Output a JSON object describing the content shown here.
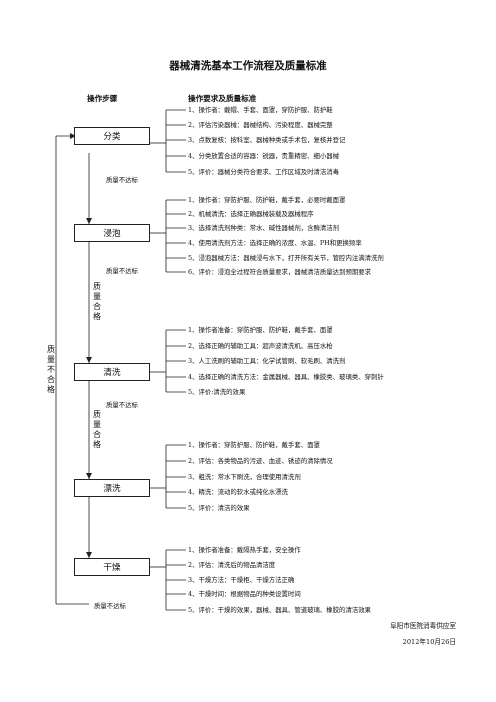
{
  "title": "器械清洗基本工作流程及质量标准",
  "headers": {
    "steps": "操作步骤",
    "requirements": "操作要求及质量标准"
  },
  "steps": [
    {
      "name": "分类",
      "fail": "质量不达标",
      "items": [
        "1、操作者：戴帽、手套、面罩，穿防护服、防护鞋",
        "2、评估污染器械：器械结构、污染程度、器械完整",
        "3、点数复核：按科室、器械种类或手术包，复核并登记",
        "4、分类放置合适的容器：锐器，贵重精密、细小器械",
        "5、评价：器械分类符合要求、工作区域及时清洁消毒"
      ]
    },
    {
      "name": "浸泡",
      "fail": "质量不达标",
      "items": [
        "1、操作者：穿防护服、防护鞋，戴手套，必要时戴面罩",
        "2、机械清洗：选择正确器械装载及器械程序",
        "3、选择清洗剂种类：常水、碱性器械剂，含酶清洁剂",
        "4、使用清洗剂方法：选择正确的浓度、水温、PH和更换频率",
        "5、浸泡器械方法：器械浸与水下，打开所有关节，管腔内注满清洗剂",
        "6、评价：浸泡全过程符合质量要求，器械清洁质量达到预期要求"
      ]
    },
    {
      "name": "清洗",
      "fail": "质量不达标",
      "items": [
        "1、操作者准备：穿防护服、防护鞋，戴手套、面罩",
        "2、选择正确的辅助工具：超声波清洗机、高压水枪",
        "3、人工洗刷的辅助工具：化学试管刷、软毛刷、清洗剂",
        "4、选择正确的清洗方法：金属器械、器具、橡胶类、玻璃类、穿刺针",
        "5、评价:清洗的效果"
      ]
    },
    {
      "name": "漂洗",
      "fail": "",
      "items": [
        "1、操作者：穿防护服、防护鞋，戴手套、面罩",
        "2、评估：各类物品的污迹、血迹、锈迹的清除情况",
        "3、粗洗：常水下刷洗，合理使用清洗剂",
        "4、精洗：流动的软水或纯化水漂洗",
        "5、评价：清洁的效果"
      ]
    },
    {
      "name": "干燥",
      "fail": "质量不达标",
      "items": [
        "1、操作者准备：戴隔热手套，安全操作",
        "2、评估：清洗后的物品清洁度",
        "3、干燥方法：干燥柜、干燥方法正确",
        "4、干燥时间：根据物品的种类设置时间",
        "5、评价：干燥的效果，器械、器具、管道玻璃、橡胶的清洁效果"
      ]
    }
  ],
  "side_labels": {
    "left": "质量不合格",
    "upper": "质量合格",
    "lower": "质量合格"
  },
  "footer": {
    "org": "阜阳市医院消毒供应室",
    "date": "2012年10月26日"
  }
}
